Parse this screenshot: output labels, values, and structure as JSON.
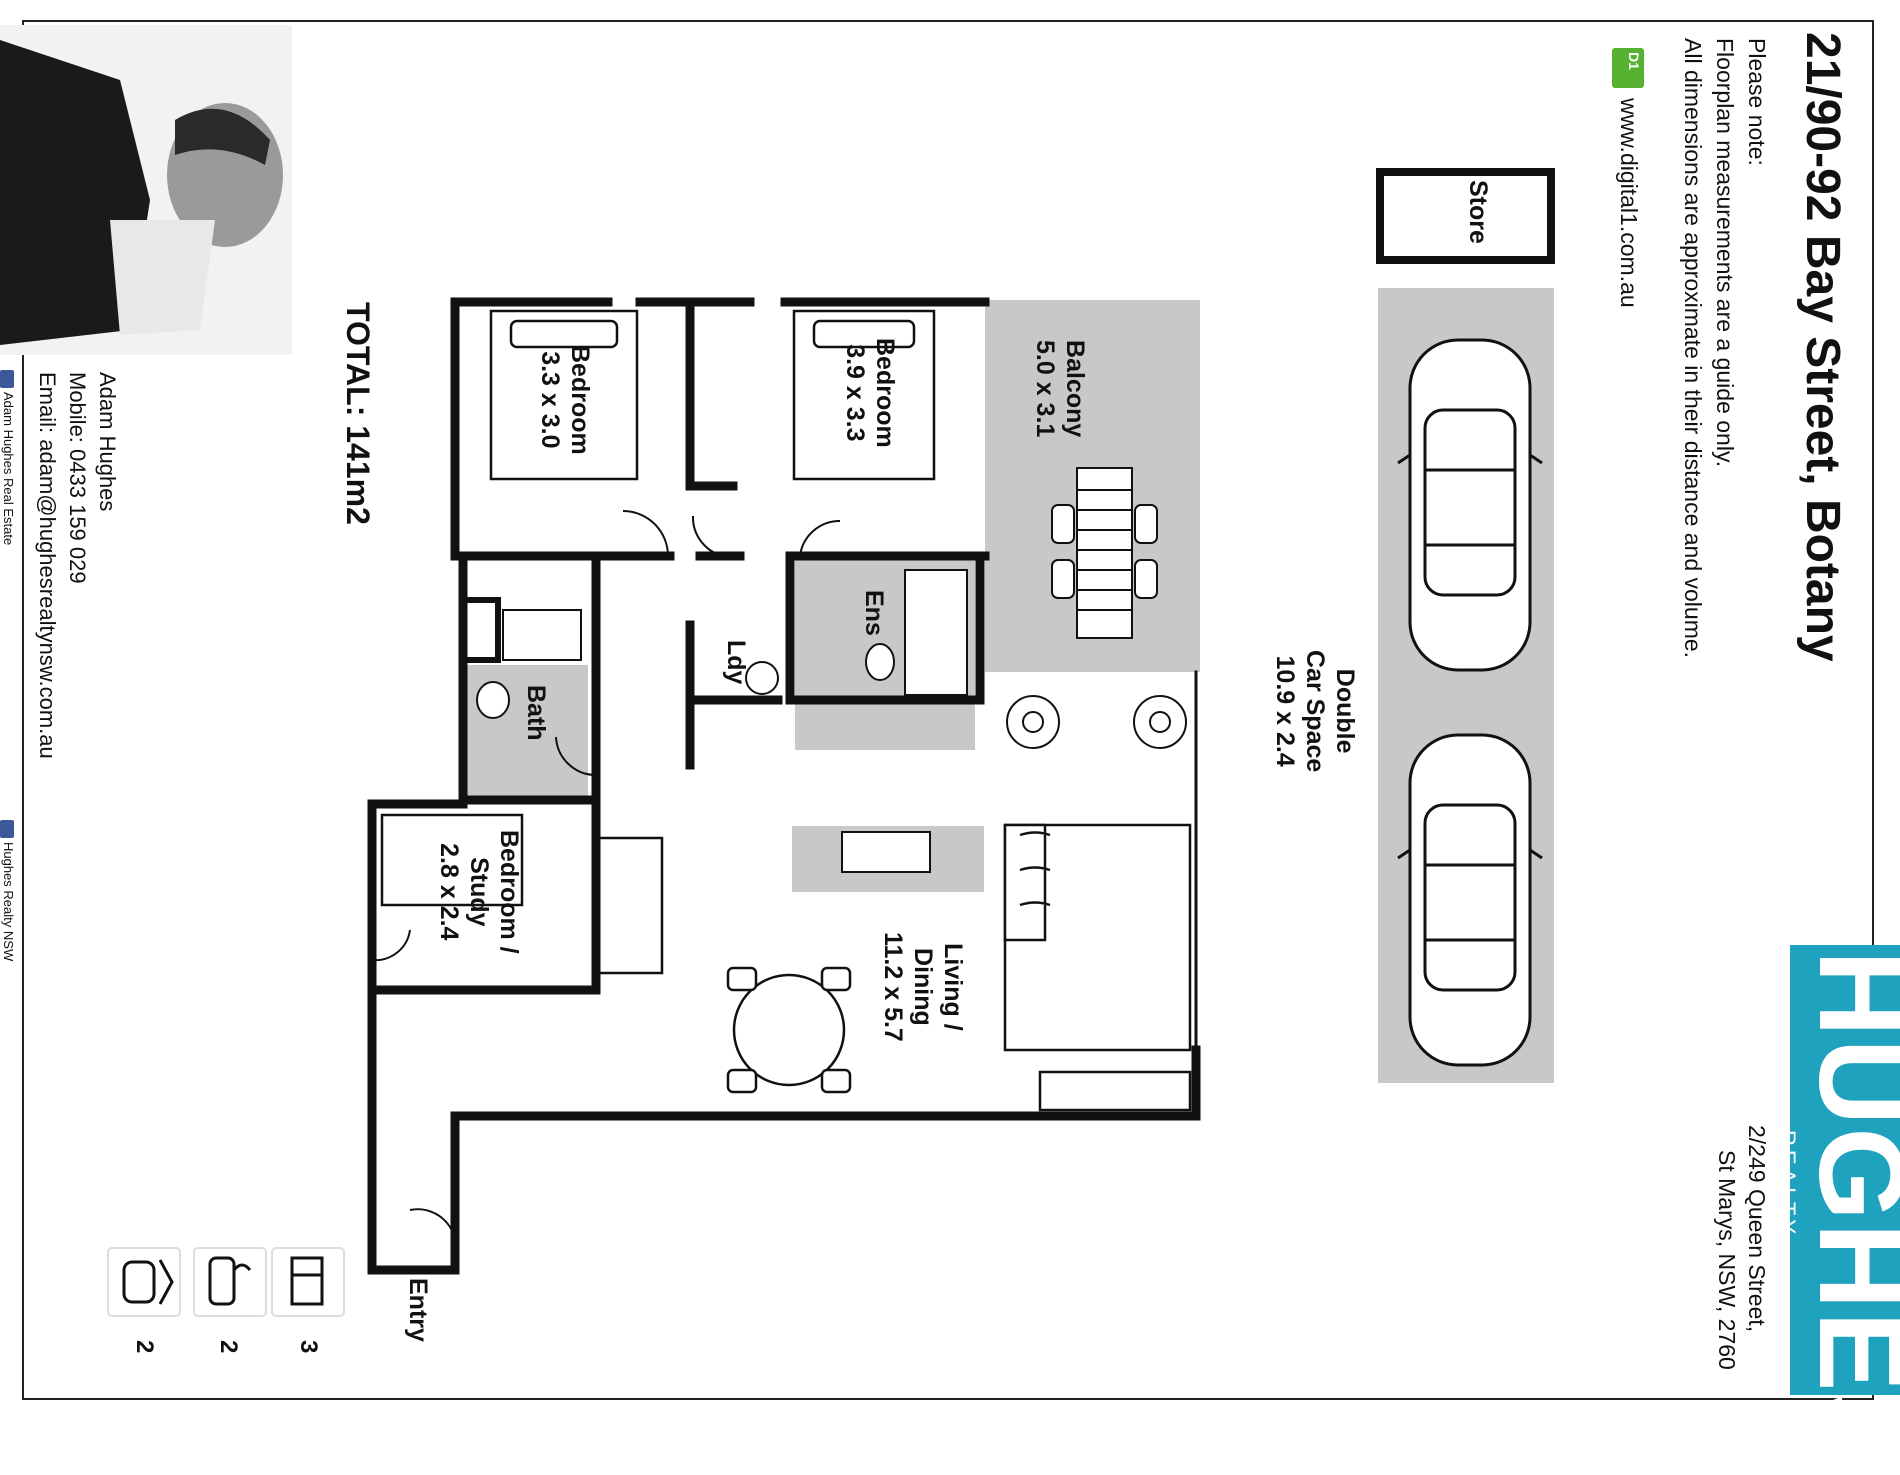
{
  "header": {
    "address": "21/90-92 Bay Street, Botany",
    "note_title": "Please note:",
    "note_line_1": "Floorplan measurements are a guide only.",
    "note_line_2": "All dimensions are approximate in their distance and volume.",
    "digital_url": "www.digital1.com.au",
    "digital_logo_text": "D1"
  },
  "brand": {
    "name": "HUGHES",
    "sub": "REALTY",
    "color": "#1fa2bd",
    "office_line_1": "2/249 Queen Street,",
    "office_line_2": "St Marys, NSW, 2760"
  },
  "rooms": {
    "store": "Store",
    "carspace": [
      "Double",
      "Car Space",
      "10.9 x 2.4"
    ],
    "balcony": [
      "Balcony",
      "5.0 x 3.1"
    ],
    "bedroom1": [
      "Bedroom",
      "3.9 x 3.3"
    ],
    "bedroom2": [
      "Bedroom",
      "3.3 x 3.0"
    ],
    "ensuite": "Ens",
    "laundry": "Ldy",
    "bath": "Bath",
    "study": [
      "Bedroom /",
      "Study",
      "2.8 x 2.4"
    ],
    "living": [
      "Living /",
      "Dining",
      "11.2 x 5.7"
    ],
    "entry": "Entry"
  },
  "total": "TOTAL: 141m2",
  "agent": {
    "name": "Adam Hughes",
    "mobile": "Mobile: 0433 159 029",
    "email": "Email: adam@hughesrealtynsw.com.au",
    "facebook_1": "Adam Hughes Real Estate",
    "facebook_2": "Hughes Realty NSW"
  },
  "features": [
    {
      "icon": "bed-icon",
      "count": "3"
    },
    {
      "icon": "bath-icon",
      "count": "2"
    },
    {
      "icon": "car-icon",
      "count": "2"
    }
  ],
  "colors": {
    "wall": "#111111",
    "floor_grey": "#c8c8c8",
    "accent": "#1fa2bd",
    "facebook": "#3b5998",
    "d1_green": "#58b232"
  }
}
